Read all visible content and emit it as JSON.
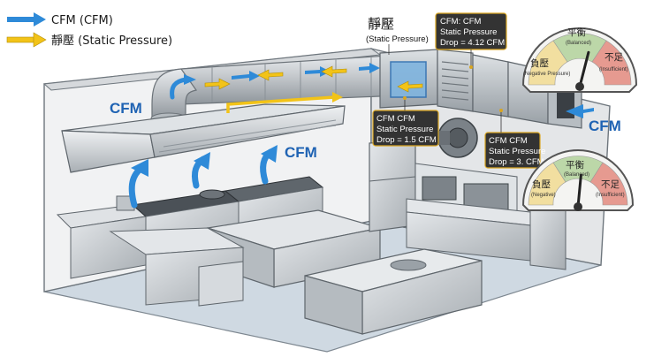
{
  "legend": {
    "cfm_label": "CFM (CFM)",
    "static_label": "靜壓 (Static Pressure)",
    "cfm_color": "#2e8ad8",
    "static_color": "#f2c318"
  },
  "duct_label": {
    "title": "靜壓",
    "subtitle": "(Static Pressure)"
  },
  "cfm_markers": {
    "hood": "CFM",
    "outside": "CFM",
    "duct": "CFM"
  },
  "callouts": [
    {
      "lines": [
        "CFM: CFM",
        "Static Pressure",
        "Drop = 4.12 CFM"
      ]
    },
    {
      "lines": [
        "CFM CFM",
        "Static Pressure",
        "Drop = 1.5 CFM"
      ]
    },
    {
      "lines": [
        "CFM CFM",
        "Static Pressure",
        "Drop = 3. CFM"
      ]
    }
  ],
  "gauges": [
    {
      "state": "balanced",
      "needle_fraction": 0.58,
      "left": {
        "label": "負壓",
        "sub": "(Negative Pressure)"
      },
      "center": {
        "label": "平衡",
        "sub": "(Balanced)"
      },
      "right": {
        "label": "不足",
        "sub": "(Insufficient)"
      }
    },
    {
      "state": "balanced",
      "needle_fraction": 0.53,
      "left": {
        "label": "負壓",
        "sub": "(Negative)"
      },
      "center": {
        "label": "平衡",
        "sub": "(Balanced)"
      },
      "right": {
        "label": "不足",
        "sub": "(Insufficient)"
      }
    }
  ],
  "colors": {
    "gauge_negative": "#f2dfa0",
    "gauge_balanced": "#bcd7a8",
    "gauge_insufficient": "#e69a90",
    "callout_bg": "#333333",
    "callout_border": "#d9a520",
    "duct_steel": "#c3c7cb",
    "floor": "#cfd9e2"
  }
}
